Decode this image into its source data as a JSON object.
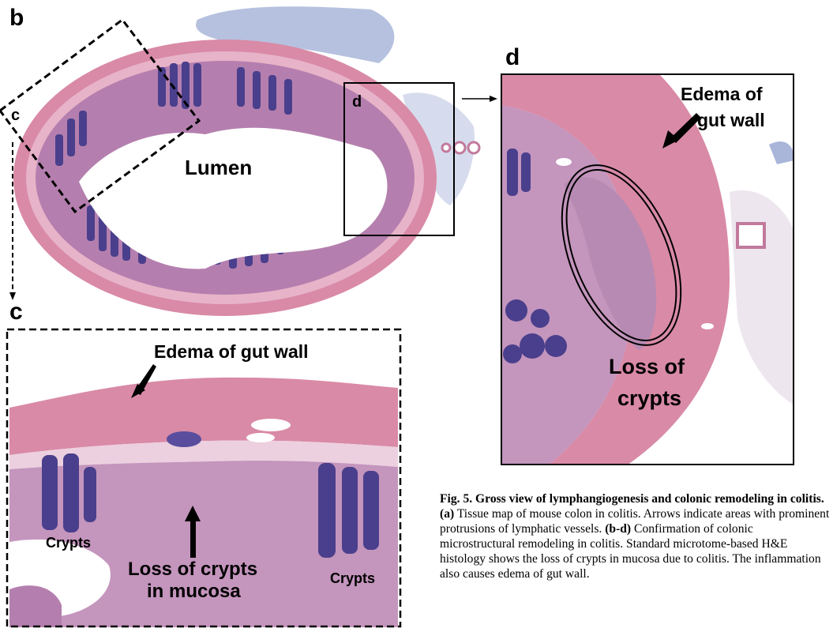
{
  "panels": {
    "b": "b",
    "c": "c",
    "d": "d",
    "inset_c": "c",
    "inset_d": "d"
  },
  "labels": {
    "lumen": "Lumen",
    "c_edema": "Edema of gut wall",
    "c_crypts_left": "Crypts",
    "c_crypts_right": "Crypts",
    "c_loss_line1": "Loss of crypts",
    "c_loss_line2": "in mucosa",
    "d_edema_line1": "Edema of",
    "d_edema_line2": "gut wall",
    "d_loss_line1": "Loss of",
    "d_loss_line2": "crypts"
  },
  "caption": {
    "title": "Fig. 5. Gross view of lymphangiogenesis and colonic remodeling in colitis.",
    "part_a_label": "(a)",
    "part_a_text": "Tissue map of mouse colon in colitis. Arrows indicate areas with prominent protrusions of lymphatic vessels.",
    "part_bd_label": "(b-d)",
    "part_bd_text": "Confirmation of colonic microstructural remodeling in colitis. Standard microtome-based H&E histology shows the loss of crypts in mucosa due to colitis. The inflammation also causes edema of gut wall."
  },
  "colors": {
    "muscle": "#d98aa6",
    "mucosa": "#b47fae",
    "crypt": "#4a3f8c",
    "submucosa": "#ecd0df",
    "bluish_gel": "#a9b6d9"
  }
}
